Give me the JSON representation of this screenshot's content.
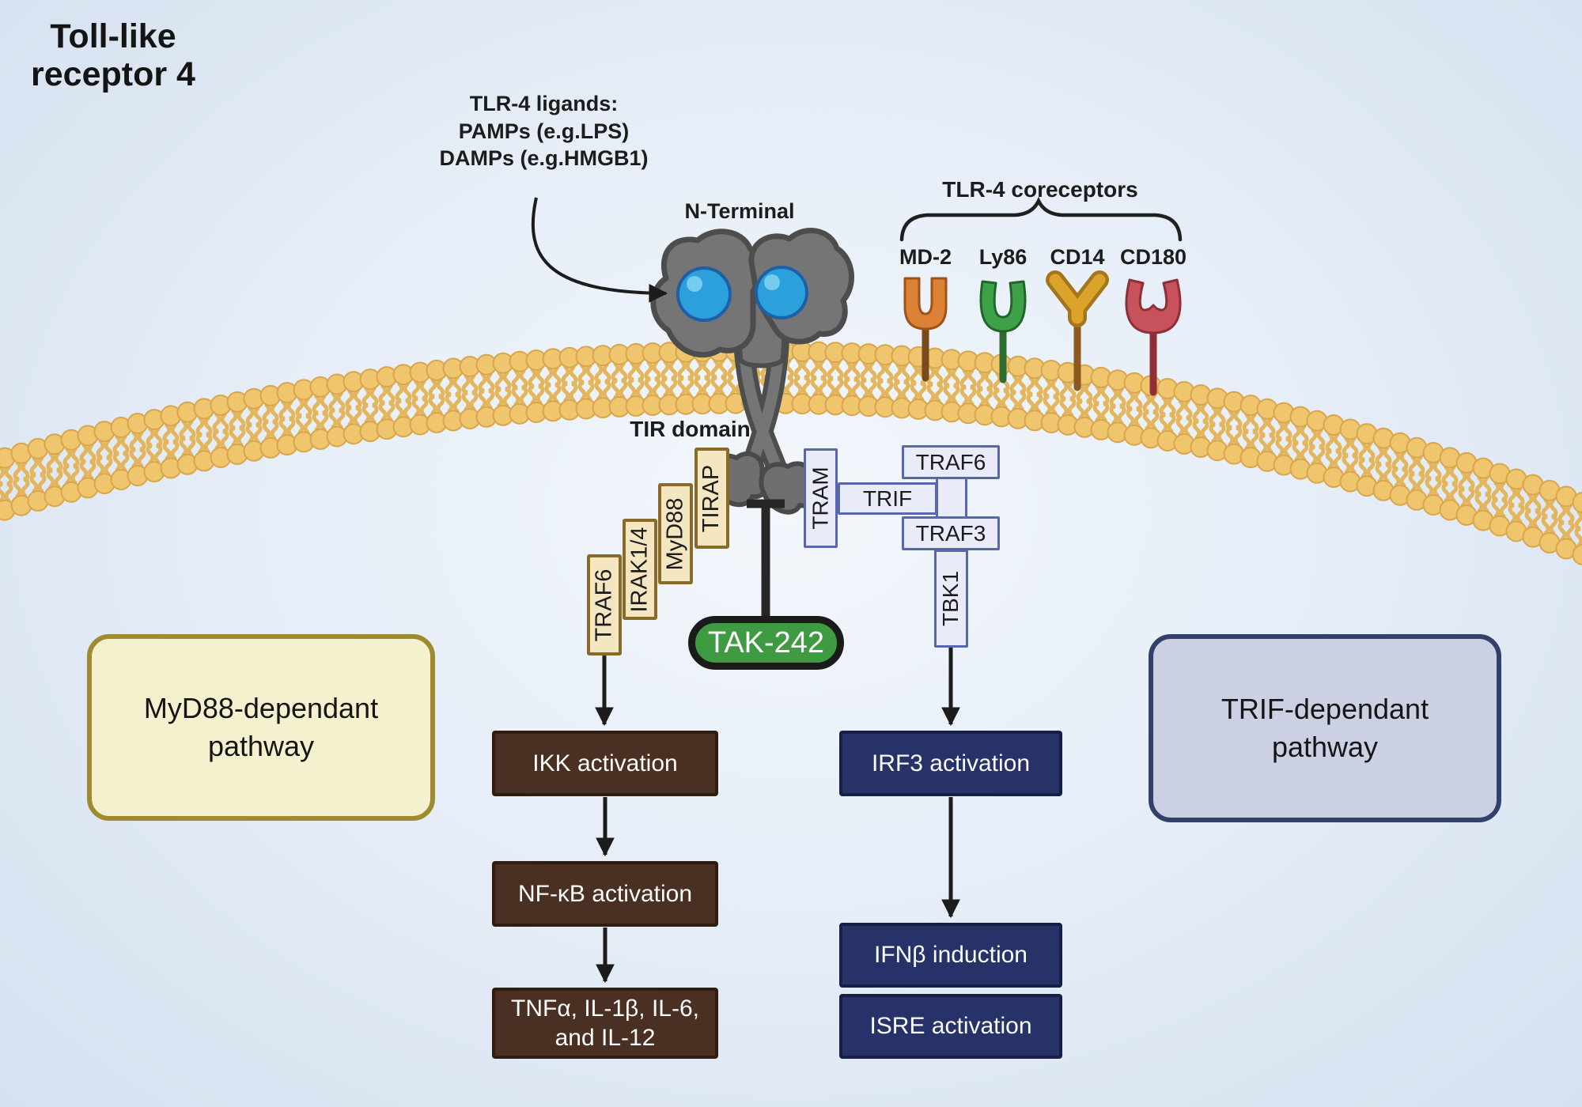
{
  "title": "Toll-like receptor 4",
  "annotations": {
    "ligands_line1": "TLR-4 ligands:",
    "ligands_line2": "PAMPs (e.g.LPS)",
    "ligands_line3": "DAMPs (e.g.HMGB1)",
    "n_terminal": "N-Terminal",
    "tir_domain": "TIR domain",
    "coreceptors_title": "TLR-4 coreceptors"
  },
  "coreceptors": [
    {
      "name": "MD-2",
      "color": "#DD8136",
      "stem_color": "#7B4A1C"
    },
    {
      "name": "Ly86",
      "color": "#3FA04A",
      "stem_color": "#2D6B2F"
    },
    {
      "name": "CD14",
      "color": "#DCA32B",
      "stem_color": "#8A5A22"
    },
    {
      "name": "CD180",
      "color": "#C7525B",
      "stem_color": "#8F2F35"
    }
  ],
  "myd88_cascade": [
    "TIRAP",
    "MyD88",
    "IRAK1/4",
    "TRAF6"
  ],
  "trif_complex": {
    "tram": "TRAM",
    "trif": "TRIF",
    "traf6": "TRAF6",
    "traf3": "TRAF3",
    "tbk1": "TBK1"
  },
  "inhibitor": {
    "label": "TAK-242",
    "color": "#3E9B42"
  },
  "pathway_labels": {
    "myd88": "MyD88-dependant pathway",
    "trif": "TRIF-dependant pathway"
  },
  "myd88_outcomes": [
    "IKK activation",
    "NF-κB activation",
    "TNFα, IL-1β, IL-6, and IL-12"
  ],
  "trif_outcomes": [
    "IRF3 activation",
    "IFNβ induction",
    "ISRE activation"
  ],
  "colors": {
    "membrane_head": "#EFC56D",
    "membrane_head_stroke": "#D8A64C",
    "membrane_tail": "#E3B55C",
    "receptor_gray": "#757575",
    "receptor_outline": "#4d4d4d",
    "ligand_sphere_blue": "#2BA0DB",
    "tan_box": "#F3E6C0",
    "tan_border": "#8A6A28",
    "lavender_box": "#E9EBF8",
    "lavender_border": "#5866AC",
    "brown_box": "#4A3022",
    "navy_box": "#263268",
    "myd88_panel": "#F5F0CD",
    "myd88_panel_border": "#A08A30",
    "trif_panel": "#CBD1E3",
    "trif_panel_border": "#32406B",
    "inhibitor_green": "#3E9B42"
  }
}
